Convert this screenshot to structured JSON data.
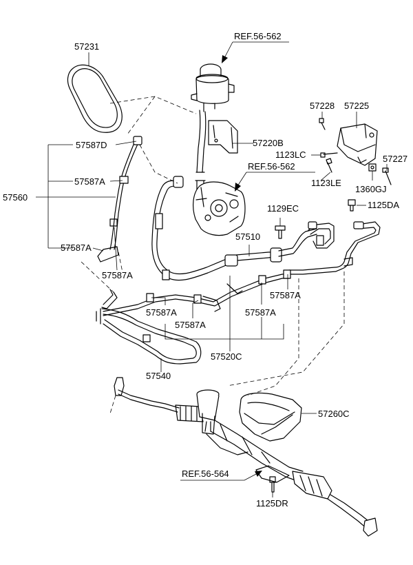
{
  "labels": {
    "ref_top": "REF.56-562",
    "ref_mid": "REF.56-562",
    "ref_bottom": "REF.56-564",
    "p57231": "57231",
    "p57220B": "57220B",
    "p57228": "57228",
    "p57225": "57225",
    "p1123LC": "1123LC",
    "p57227": "57227",
    "p1123LE": "1123LE",
    "p1360GJ": "1360GJ",
    "p1125DA": "1125DA",
    "p57587D": "57587D",
    "p57587A_upper": "57587A",
    "p57560": "57560",
    "p57587A_left": "57587A",
    "p57587A_lower": "57587A",
    "p1129EC": "1129EC",
    "p57510": "57510",
    "p57587A_right": "57587A",
    "p57587A_mid1": "57587A",
    "p57587A_mid2": "57587A",
    "p57587A_mid3": "57587A",
    "p57520C": "57520C",
    "p57540": "57540",
    "p57260C": "57260C",
    "p1125DR": "1125DR"
  }
}
